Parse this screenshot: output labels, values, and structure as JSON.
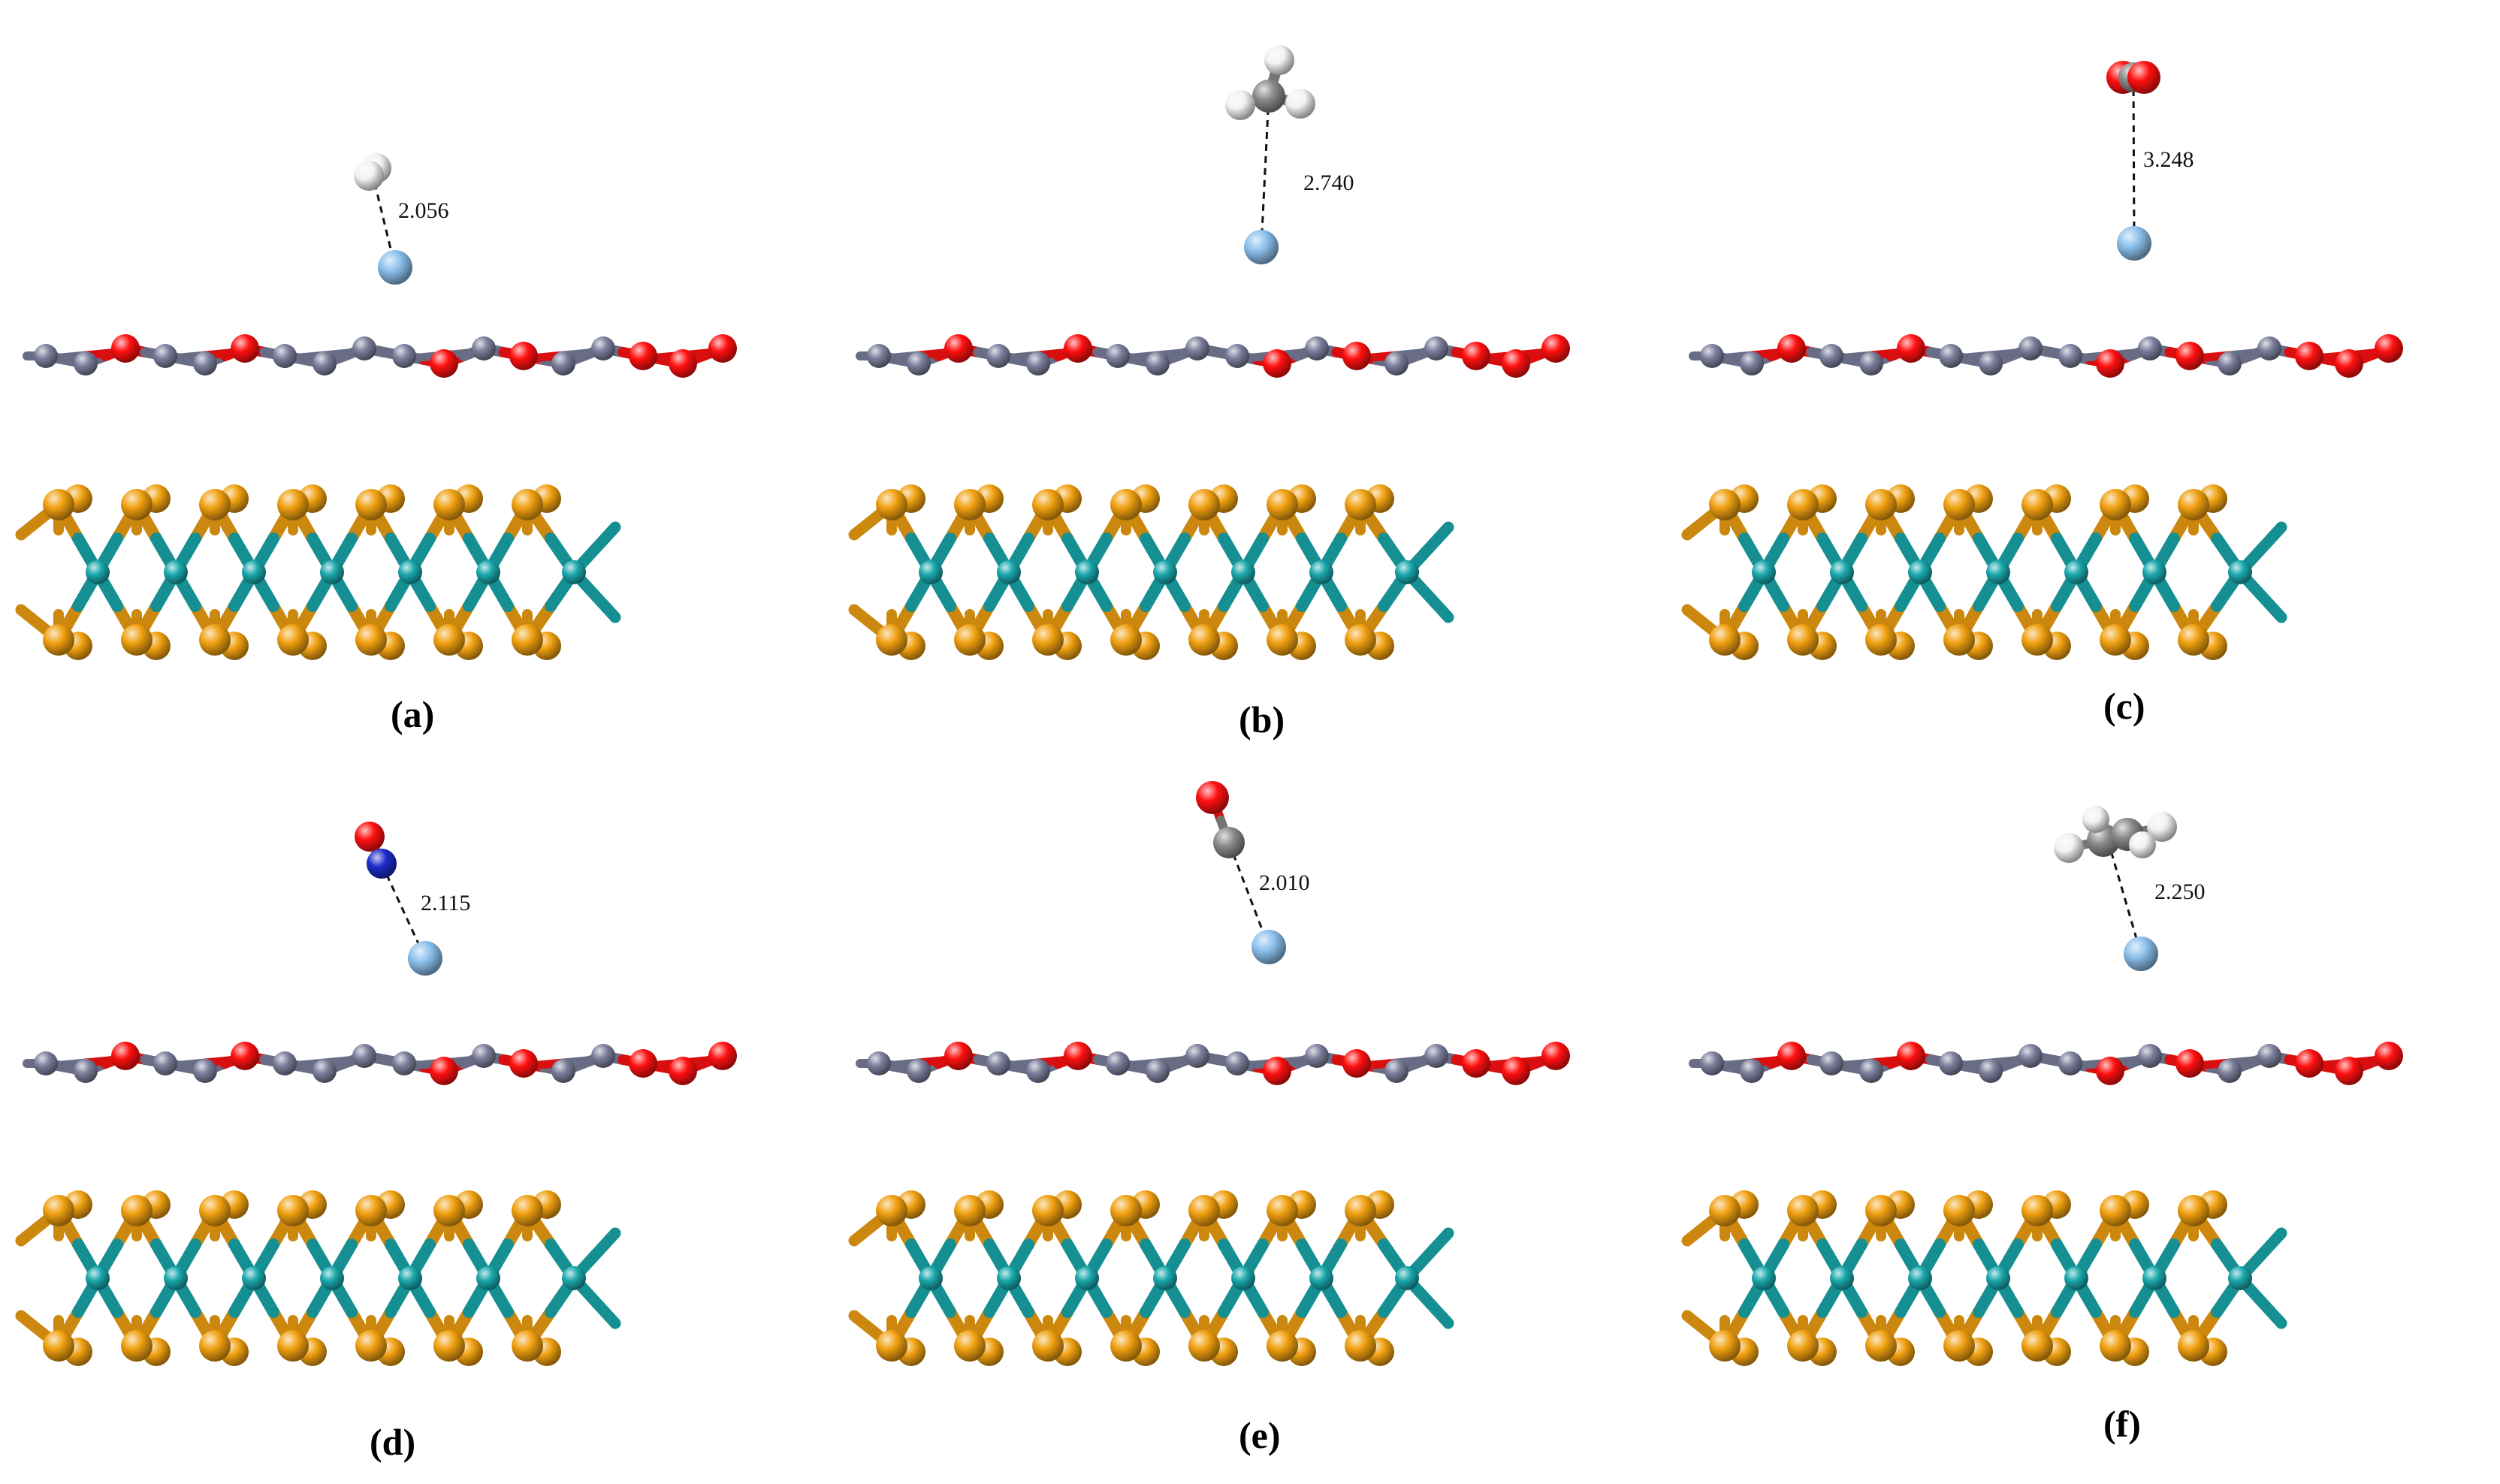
{
  "colors": {
    "background": "#ffffff",
    "sulfur": "#f0a010",
    "molybdenum": "#1aa8ac",
    "substrate_c": "#7c7f9c",
    "substrate_o": "#ff1010",
    "adatom": "#8cc0ec",
    "hydrogen": "#f2f2f2",
    "carbon": "#8a8a8a",
    "oxygen": "#ff1010",
    "nitrogen": "#1a2ac8"
  },
  "panels": [
    {
      "id": "a",
      "label": "(a)",
      "molecule": "H2",
      "distance": "2.056"
    },
    {
      "id": "b",
      "label": "(b)",
      "molecule": "CH4",
      "distance": "2.740"
    },
    {
      "id": "c",
      "label": "(c)",
      "molecule": "CO2",
      "distance": "3.248"
    },
    {
      "id": "d",
      "label": "(d)",
      "molecule": "NO",
      "distance": "2.115"
    },
    {
      "id": "e",
      "label": "(e)",
      "molecule": "CO",
      "distance": "2.010"
    },
    {
      "id": "f",
      "label": "(f)",
      "molecule": "C2H4",
      "distance": "2.250"
    }
  ]
}
